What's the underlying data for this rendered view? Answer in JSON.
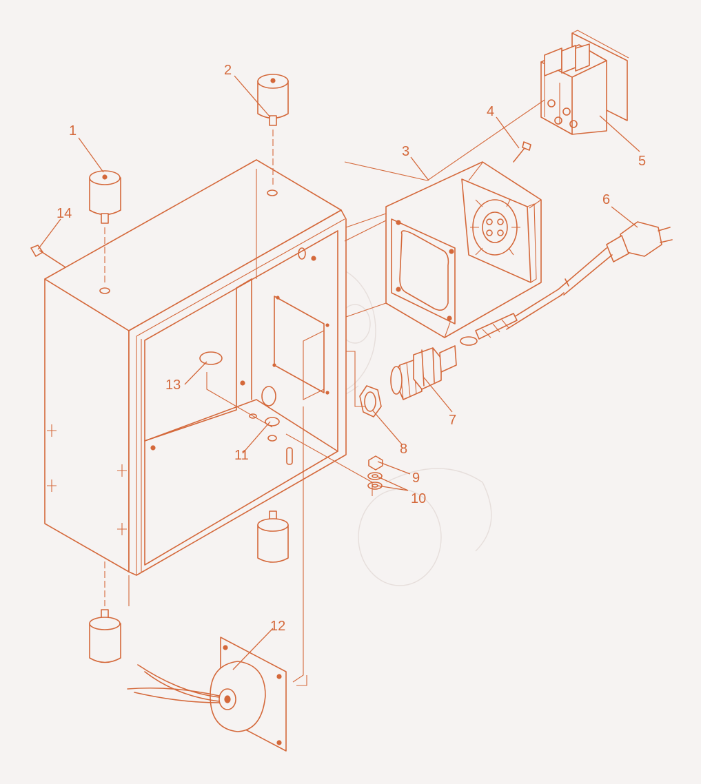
{
  "colors": {
    "background": "#f6f3f2",
    "ink": "#d4683a",
    "watermark": "#e6dedb"
  },
  "callouts": {
    "c1": "1",
    "c2": "2",
    "c3": "3",
    "c4": "4",
    "c5": "5",
    "c6": "6",
    "c7": "7",
    "c8": "8",
    "c9": "9",
    "c10": "10",
    "c11": "11",
    "c12": "12",
    "c13": "13",
    "c14": "14"
  }
}
